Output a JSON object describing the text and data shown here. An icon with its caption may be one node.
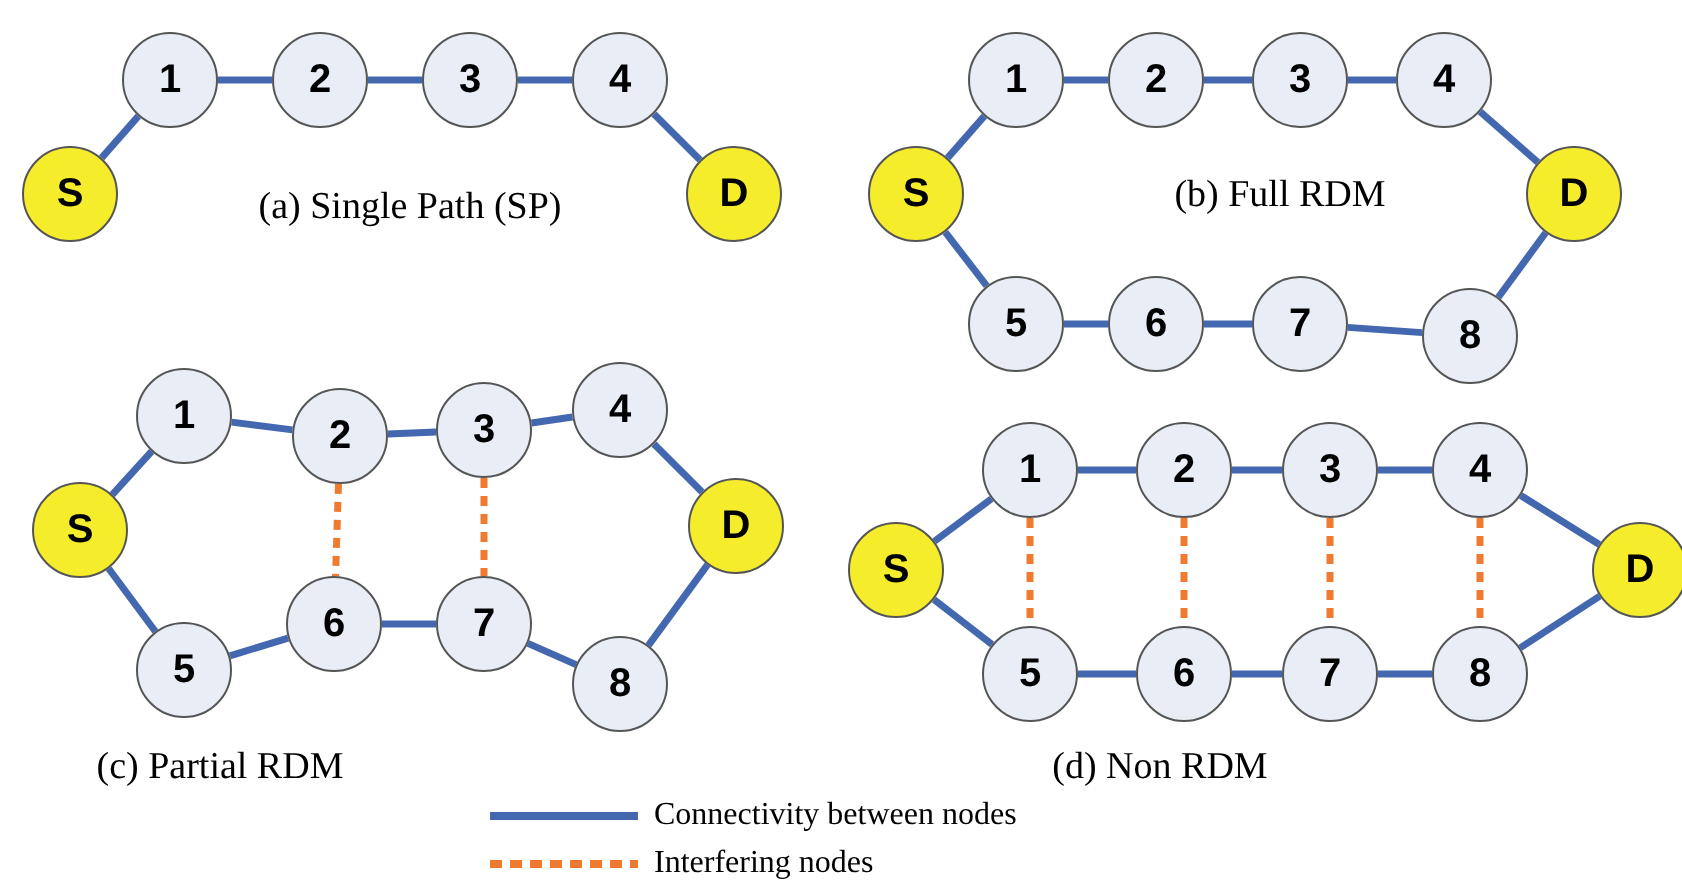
{
  "diagram": {
    "nodes": [
      {
        "text": [
          "S"
        ]
      },
      {
        "text": [
          "1"
        ]
      },
      {
        "text": [
          "2"
        ]
      },
      {
        "text": [
          "3"
        ]
      },
      {
        "text": [
          "4"
        ]
      },
      {
        "text": [
          "D"
        ]
      },
      {
        "text": [
          "S"
        ]
      },
      {
        "text": [
          "1"
        ]
      },
      {
        "text": [
          "2"
        ]
      },
      {
        "text": [
          "3"
        ]
      },
      {
        "text": [
          "4"
        ]
      },
      {
        "text": [
          "D"
        ]
      },
      {
        "text": [
          "5"
        ]
      },
      {
        "text": [
          "6"
        ]
      },
      {
        "text": [
          "7"
        ]
      },
      {
        "text": [
          "8"
        ]
      },
      {
        "text": [
          "1"
        ]
      },
      {
        "text": [
          "2"
        ]
      },
      {
        "text": [
          "3"
        ]
      },
      {
        "text": [
          "4"
        ]
      },
      {
        "text": [
          "S"
        ]
      },
      {
        "text": [
          "D"
        ]
      },
      {
        "text": [
          "5"
        ]
      },
      {
        "text": [
          "6"
        ]
      },
      {
        "text": [
          "7"
        ]
      },
      {
        "text": [
          "8"
        ]
      },
      {
        "text": [
          "1"
        ]
      },
      {
        "text": [
          "2"
        ]
      },
      {
        "text": [
          "3"
        ]
      },
      {
        "text": [
          "4"
        ]
      },
      {
        "text": [
          "S"
        ]
      },
      {
        "text": [
          "D"
        ]
      },
      {
        "text": [
          "5"
        ]
      },
      {
        "text": [
          "6"
        ]
      },
      {
        "text": [
          "7"
        ]
      },
      {
        "text": [
          "8"
        ]
      }
    ],
    "edges": [
      {
        "from": 0,
        "to": 1,
        "arrow": "none"
      },
      {
        "from": 1,
        "to": 2,
        "arrow": "none"
      },
      {
        "from": 2,
        "to": 3,
        "arrow": "none"
      },
      {
        "from": 3,
        "to": 4,
        "arrow": "none"
      },
      {
        "from": 4,
        "to": 5,
        "arrow": "none"
      },
      {
        "from": 6,
        "to": 7,
        "arrow": "none"
      },
      {
        "from": 7,
        "to": 8,
        "arrow": "none"
      },
      {
        "from": 8,
        "to": 9,
        "arrow": "none"
      },
      {
        "from": 9,
        "to": 10,
        "arrow": "none"
      },
      {
        "from": 10,
        "to": 11,
        "arrow": "none"
      },
      {
        "from": 6,
        "to": 12,
        "arrow": "none"
      },
      {
        "from": 12,
        "to": 13,
        "arrow": "none"
      },
      {
        "from": 13,
        "to": 14,
        "arrow": "none"
      },
      {
        "from": 14,
        "to": 15,
        "arrow": "none"
      },
      {
        "from": 15,
        "to": 11,
        "arrow": "none"
      },
      {
        "from": 20,
        "to": 16,
        "arrow": "none"
      },
      {
        "from": 16,
        "to": 17,
        "arrow": "none"
      },
      {
        "from": 17,
        "to": 18,
        "arrow": "none"
      },
      {
        "from": 18,
        "to": 19,
        "arrow": "none"
      },
      {
        "from": 19,
        "to": 21,
        "arrow": "none"
      },
      {
        "from": 20,
        "to": 22,
        "arrow": "none"
      },
      {
        "from": 22,
        "to": 23,
        "arrow": "none"
      },
      {
        "from": 23,
        "to": 24,
        "arrow": "none"
      },
      {
        "from": 24,
        "to": 25,
        "arrow": "none"
      },
      {
        "from": 25,
        "to": 21,
        "arrow": "none"
      },
      {
        "from": 17,
        "to": 23,
        "arrow": "none",
        "style": "dashed",
        "color": "#f07a30"
      },
      {
        "from": 18,
        "to": 24,
        "arrow": "none",
        "style": "dashed",
        "color": "#f07a30"
      },
      {
        "from": 30,
        "to": 26,
        "arrow": "none"
      },
      {
        "from": 26,
        "to": 27,
        "arrow": "none"
      },
      {
        "from": 27,
        "to": 28,
        "arrow": "none"
      },
      {
        "from": 28,
        "to": 29,
        "arrow": "none"
      },
      {
        "from": 29,
        "to": 31,
        "arrow": "none"
      },
      {
        "from": 30,
        "to": 32,
        "arrow": "none"
      },
      {
        "from": 32,
        "to": 33,
        "arrow": "none"
      },
      {
        "from": 33,
        "to": 34,
        "arrow": "none"
      },
      {
        "from": 34,
        "to": 35,
        "arrow": "none"
      },
      {
        "from": 35,
        "to": 31,
        "arrow": "none"
      },
      {
        "from": 26,
        "to": 32,
        "arrow": "none",
        "style": "dashed",
        "color": "#f07a30"
      },
      {
        "from": 27,
        "to": 33,
        "arrow": "none",
        "style": "dashed",
        "color": "#f07a30"
      },
      {
        "from": 28,
        "to": 34,
        "arrow": "none",
        "style": "dashed",
        "color": "#f07a30"
      },
      {
        "from": 29,
        "to": 35,
        "arrow": "none",
        "style": "dashed",
        "color": "#f07a30"
      }
    ],
    "labels": [
      "(a) Single Path (SP)",
      "(b) Full RDM",
      "(c) Partial RDM",
      "(d) Non RDM"
    ],
    "legend": [
      {
        "text": "Connectivity between nodes"
      },
      {
        "text": "Interfering nodes"
      }
    ]
  }
}
